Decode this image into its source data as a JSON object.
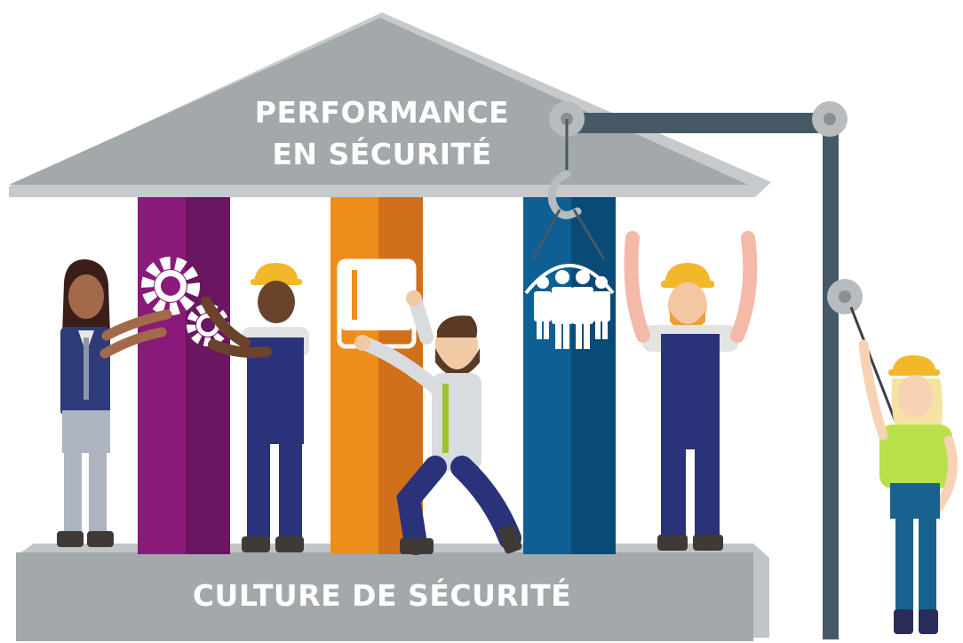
{
  "roof": {
    "line1": "PERFORMANCE",
    "line2": "EN SÉCURITÉ"
  },
  "base": {
    "label": "CULTURE DE SÉCURITÉ"
  },
  "pillars": [
    {
      "name": "processes",
      "icon": "gears-icon",
      "color": "#8a1a7a"
    },
    {
      "name": "knowledge",
      "icon": "book-icon",
      "color": "#ef8d1c"
    },
    {
      "name": "people",
      "icon": "team-icon",
      "color": "#0d5f94"
    }
  ],
  "colors": {
    "roof": "#a3a8ab",
    "roof_shadow": "#c7cacc",
    "base": "#a3a8ab",
    "crane": "#455a66",
    "pulley": "#b8bcbf",
    "hard_hat": "#f3b829",
    "overalls": "#2a327a"
  }
}
